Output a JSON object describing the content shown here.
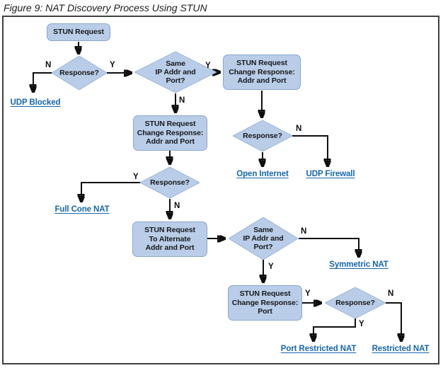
{
  "title": "Figure 9: NAT Discovery Process Using STUN",
  "edge_labels": {
    "yes": "Y",
    "no": "N"
  },
  "nodes": {
    "stun_request": {
      "label": "STUN Request"
    },
    "response_1": {
      "label": "Response?"
    },
    "same_ip_1": {
      "lines": [
        "Same",
        "IP Addr and",
        "Port?"
      ]
    },
    "change_response_addr_port_top": {
      "lines": [
        "STUN Request",
        "Change Response:",
        "Addr and Port"
      ]
    },
    "response_2": {
      "label": "Response?"
    },
    "change_response_addr_port_mid": {
      "lines": [
        "STUN Request",
        "Change Response:",
        "Addr and Port"
      ]
    },
    "response_3": {
      "label": "Response?"
    },
    "alternate_addr_port": {
      "lines": [
        "STUN Request",
        "To Alternate",
        "Addr and Port"
      ]
    },
    "same_ip_2": {
      "lines": [
        "Same",
        "IP Addr and",
        "Port?"
      ]
    },
    "change_response_port": {
      "lines": [
        "STUN Request",
        "Change Response:",
        "Port"
      ]
    },
    "response_4": {
      "label": "Response?"
    }
  },
  "outcomes": {
    "udp_blocked": "UDP Blocked",
    "open_internet": "Open Internet",
    "udp_firewall": "UDP Firewall",
    "full_cone_nat": "Full Cone NAT",
    "symmetric_nat": "Symmetric NAT",
    "port_restricted_nat": "Port Restricted NAT",
    "restricted_nat": "Restricted NAT"
  },
  "colors": {
    "node_fill": "#b9cde8",
    "node_border": "#8aa7cc",
    "link_blue": "#1566ad",
    "arrow": "#0f0f0f",
    "frame_border": "#404040"
  }
}
